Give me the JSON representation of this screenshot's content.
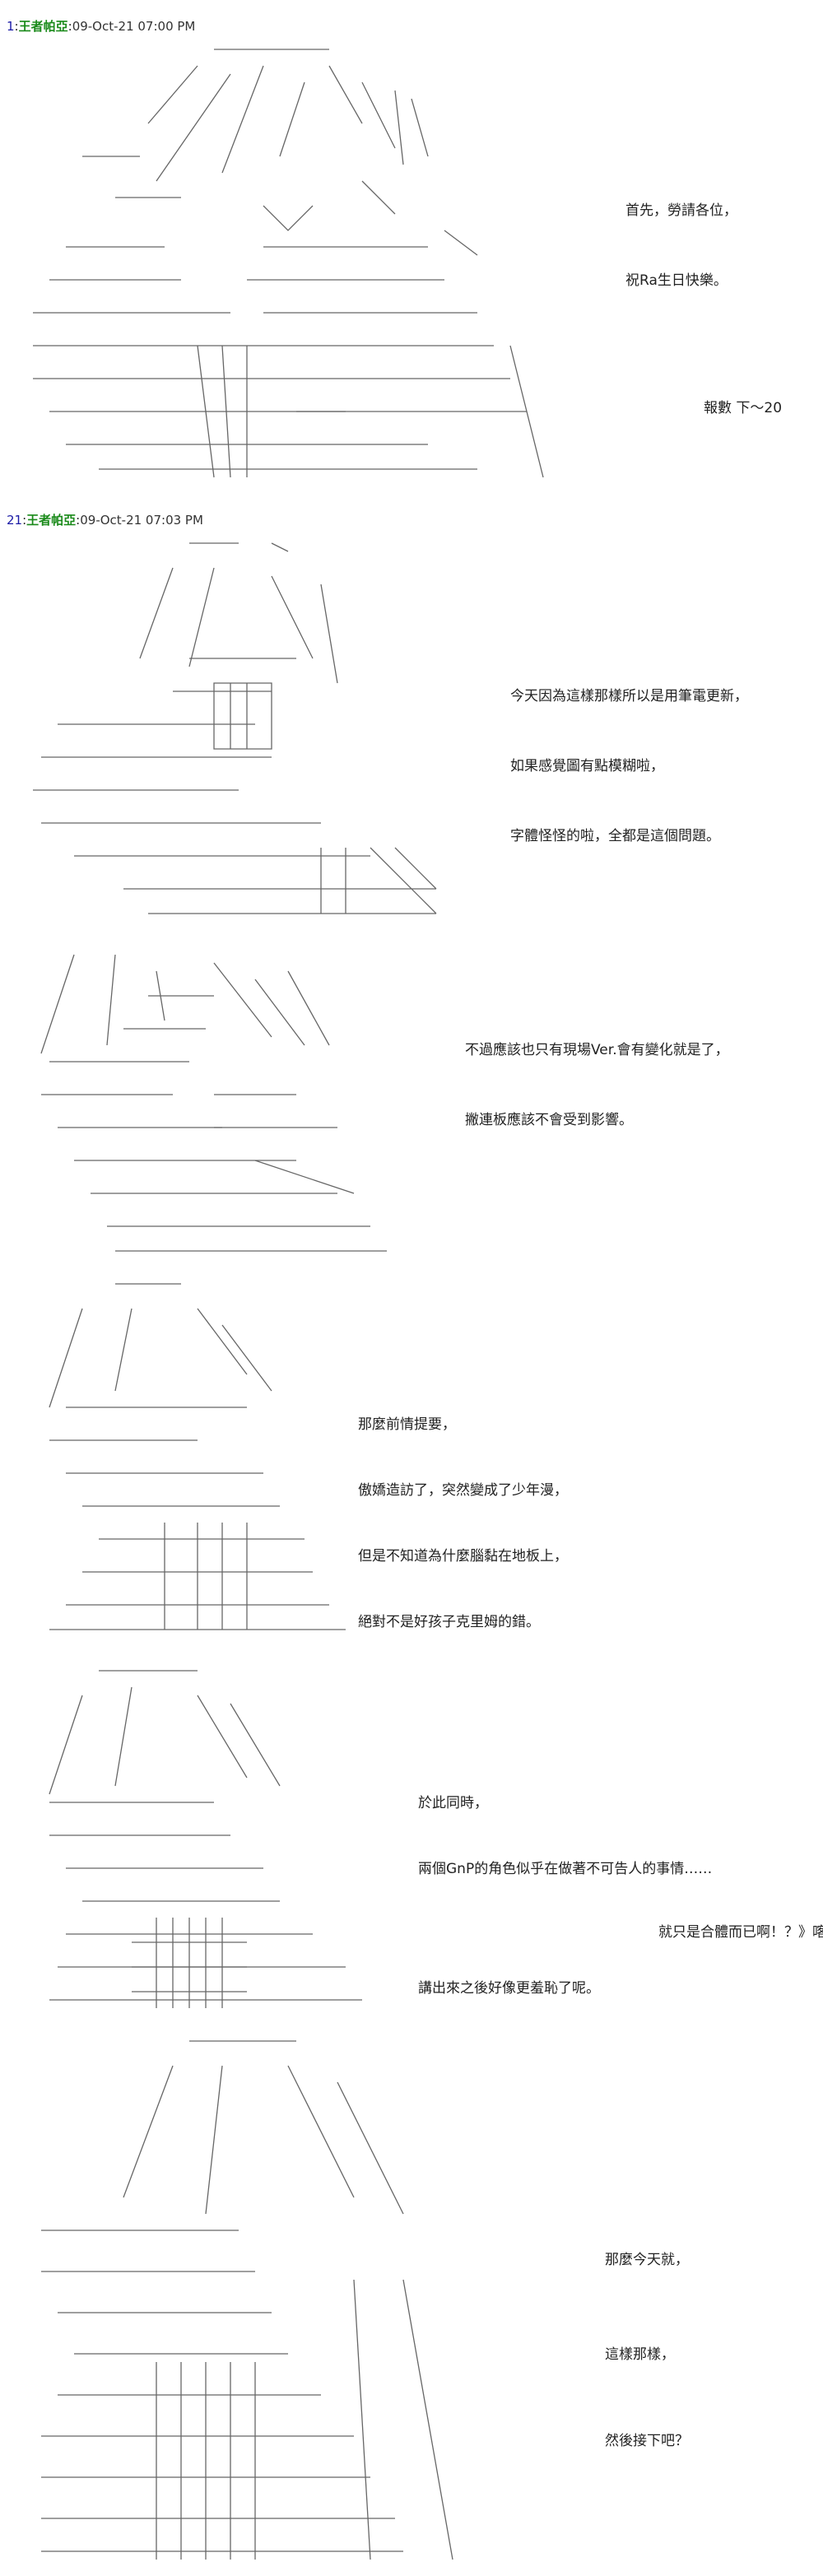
{
  "posts": [
    {
      "number": "1",
      "name": "王者帕亞",
      "date": "09-Oct-21 07:00 PM"
    },
    {
      "number": "21",
      "name": "王者帕亞",
      "date": "09-Oct-21 07:03 PM"
    }
  ],
  "panels": {
    "p1": [
      "首先，勞請各位，",
      "祝Ra生日快樂。",
      "報數 下～20"
    ],
    "p2": [
      "今天因為這樣那樣所以是用筆電更新，",
      "如果感覺圖有點模糊啦，",
      "字體怪怪的啦，全都是這個問題。"
    ],
    "p3": [
      "不過應該也只有現場Ver.會有變化就是了，",
      "撇連板應該不會受到影響。"
    ],
    "p4": [
      "那麼前情提要，",
      "傲嬌造訪了，突然變成了少年漫，",
      "但是不知道為什麼腦黏在地板上，",
      "絕對不是好孩子克里姆的錯。"
    ],
    "p5": [
      "於此同時，",
      "兩個GnP的角色似乎在做著不可告人的事情……",
      "就只是合體而已啊！？》喀秋沙",
      "講出來之後好像更羞恥了呢。"
    ],
    "p6": [
      "那麼今天就，",
      "這樣那樣，",
      "然後接下吧？"
    ]
  },
  "colors": {
    "post_number": "#1a1aa6",
    "post_name": "#1a8a1a",
    "text": "#222222",
    "background": "#ffffff"
  }
}
